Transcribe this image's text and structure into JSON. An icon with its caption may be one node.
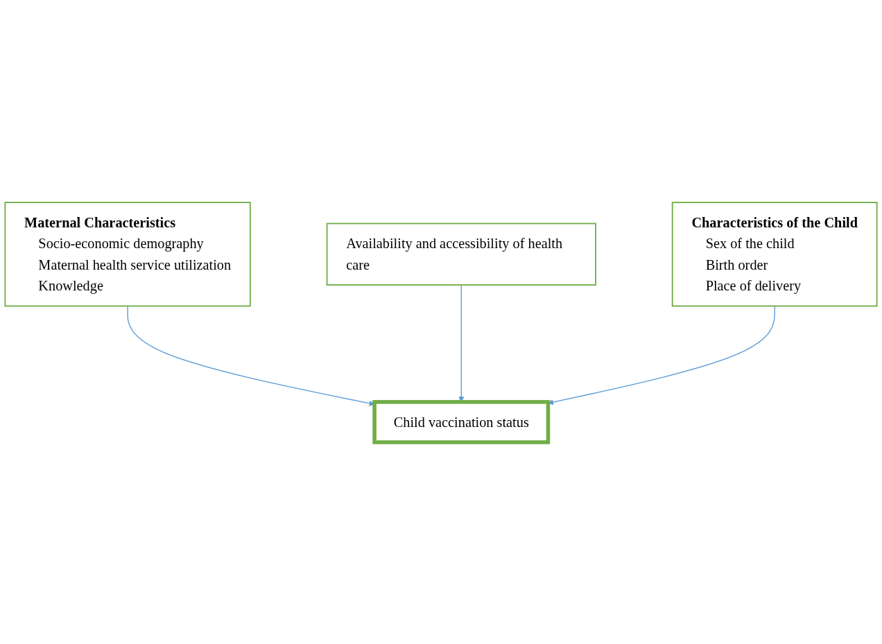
{
  "diagram": {
    "nodes": [
      {
        "text": [
          "Maternal Characteristics",
          "Socio-economic demography",
          "Maternal health service utilization",
          "Knowledge"
        ]
      },
      {
        "text": [
          "Availability and accessibility of health care"
        ]
      },
      {
        "text": [
          "Characteristics of the Child",
          "Sex of the child",
          "Birth order",
          "Place of delivery"
        ]
      },
      {
        "text": [
          "Child vaccination status"
        ]
      }
    ],
    "edges": [
      {
        "from": 0,
        "to": 3,
        "arrow": "to"
      },
      {
        "from": 1,
        "to": 3,
        "arrow": "to"
      },
      {
        "from": 2,
        "to": 3,
        "arrow": "to"
      }
    ]
  }
}
